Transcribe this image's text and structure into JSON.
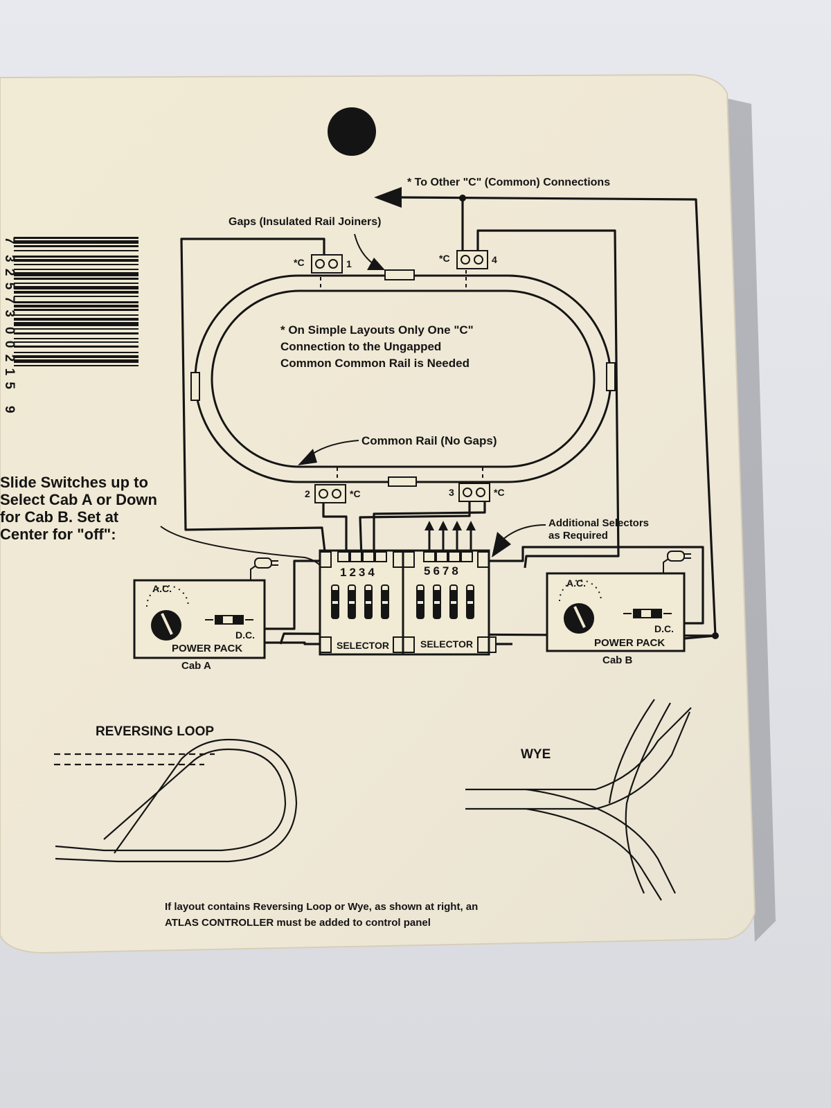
{
  "barcode": {
    "digits": [
      "7",
      "32573",
      "00215",
      "9"
    ]
  },
  "annotations": {
    "to_other_common": "* To Other \"C\" (Common) Connections",
    "gaps": "Gaps (Insulated Rail Joiners)",
    "simple_layouts_1": "* On Simple Layouts Only One \"C\"",
    "simple_layouts_2": "Connection to the Ungapped",
    "simple_layouts_3": "Common Common Rail is Needed",
    "common_rail": "Common Rail (No Gaps)",
    "additional_1": "Additional Selectors",
    "additional_2": "as Required"
  },
  "terminals": {
    "t1": {
      "c": "*C",
      "n": "1"
    },
    "t4": {
      "c": "*C",
      "n": "4"
    },
    "t2": {
      "c": "*C",
      "n": "2"
    },
    "t3": {
      "c": "*C",
      "n": "3"
    }
  },
  "instructions": {
    "line1": "Slide Switches up to",
    "line2": "Select Cab A or Down",
    "line3": "for Cab B. Set at",
    "line4": "Center for \"off\":"
  },
  "cab_a": {
    "ac": "A.C.",
    "dc": "D.C.",
    "title": "POWER PACK",
    "name": "Cab A"
  },
  "cab_b": {
    "ac": "A.C.",
    "dc": "D.C.",
    "title": "POWER PACK",
    "name": "Cab B"
  },
  "selectors": {
    "left": {
      "numbers": "1234",
      "label": "SELECTOR"
    },
    "right": {
      "numbers": "5678",
      "label": "SELECTOR"
    }
  },
  "lower": {
    "reversing_loop": "REVERSING LOOP",
    "wye": "WYE",
    "footer_1": "If layout contains Reversing Loop or Wye, as shown at right, an",
    "footer_2": "ATLAS CONTROLLER must be added to control panel"
  },
  "colors": {
    "card": "#f1ead6",
    "ink": "#151515",
    "background": "#e3e5ea"
  }
}
